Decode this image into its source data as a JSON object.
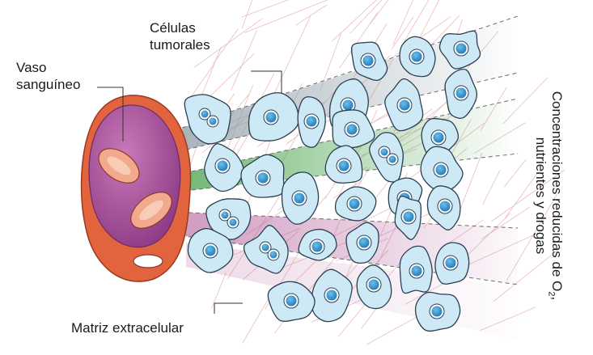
{
  "labels": {
    "blood_vessel": [
      "Vaso",
      "sanguíneo"
    ],
    "tumor_cells": [
      "Células",
      "tumorales"
    ],
    "extracellular_matrix": "Matriz extracelular",
    "gradient": {
      "line1_prefix": "Concentraciones reducidas de O",
      "line1_subscript": "2",
      "line1_suffix": ",",
      "line2": "nutrientes y drogas"
    }
  },
  "colors": {
    "vessel_wall": "#e2643e",
    "vessel_lumen": "#b7559e",
    "red_blood_cell": "#f2a98c",
    "tumor_cell_fill": "#cde9f6",
    "tumor_cell_stroke": "#2c3e50",
    "nucleus": "#2c8fcf",
    "oxygen_band": "#8a9ba3",
    "nutrient_band": "#43a047",
    "drug_band": "#a8458a",
    "matrix_fibers": "#e8b4b8"
  }
}
